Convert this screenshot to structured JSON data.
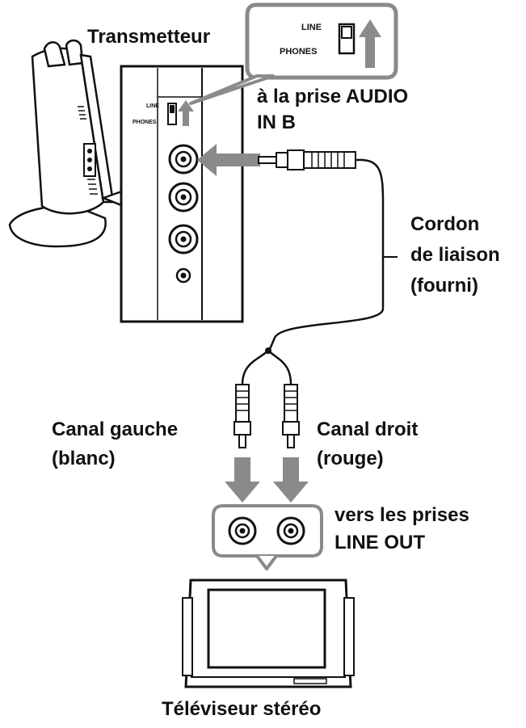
{
  "labels": {
    "transmetteur": "Transmetteur",
    "audio_in_line1": "à la prise AUDIO",
    "audio_in_line2": "IN B",
    "cordon_line1": "Cordon",
    "cordon_line2": "de liaison",
    "cordon_line3": "(fourni)",
    "canal_gauche_line1": "Canal gauche",
    "canal_gauche_line2": "(blanc)",
    "canal_droit_line1": "Canal droit",
    "canal_droit_line2": "(rouge)",
    "line_out_line1": "vers les prises",
    "line_out_line2": "LINE OUT",
    "tv": "Téléviseur stéréo"
  },
  "switch": {
    "line_label": "LINE",
    "phones_label": "PHONES"
  },
  "colors": {
    "ink": "#111111",
    "arrow_gray": "#8a8a8a",
    "panel_fill": "#ffffff"
  }
}
